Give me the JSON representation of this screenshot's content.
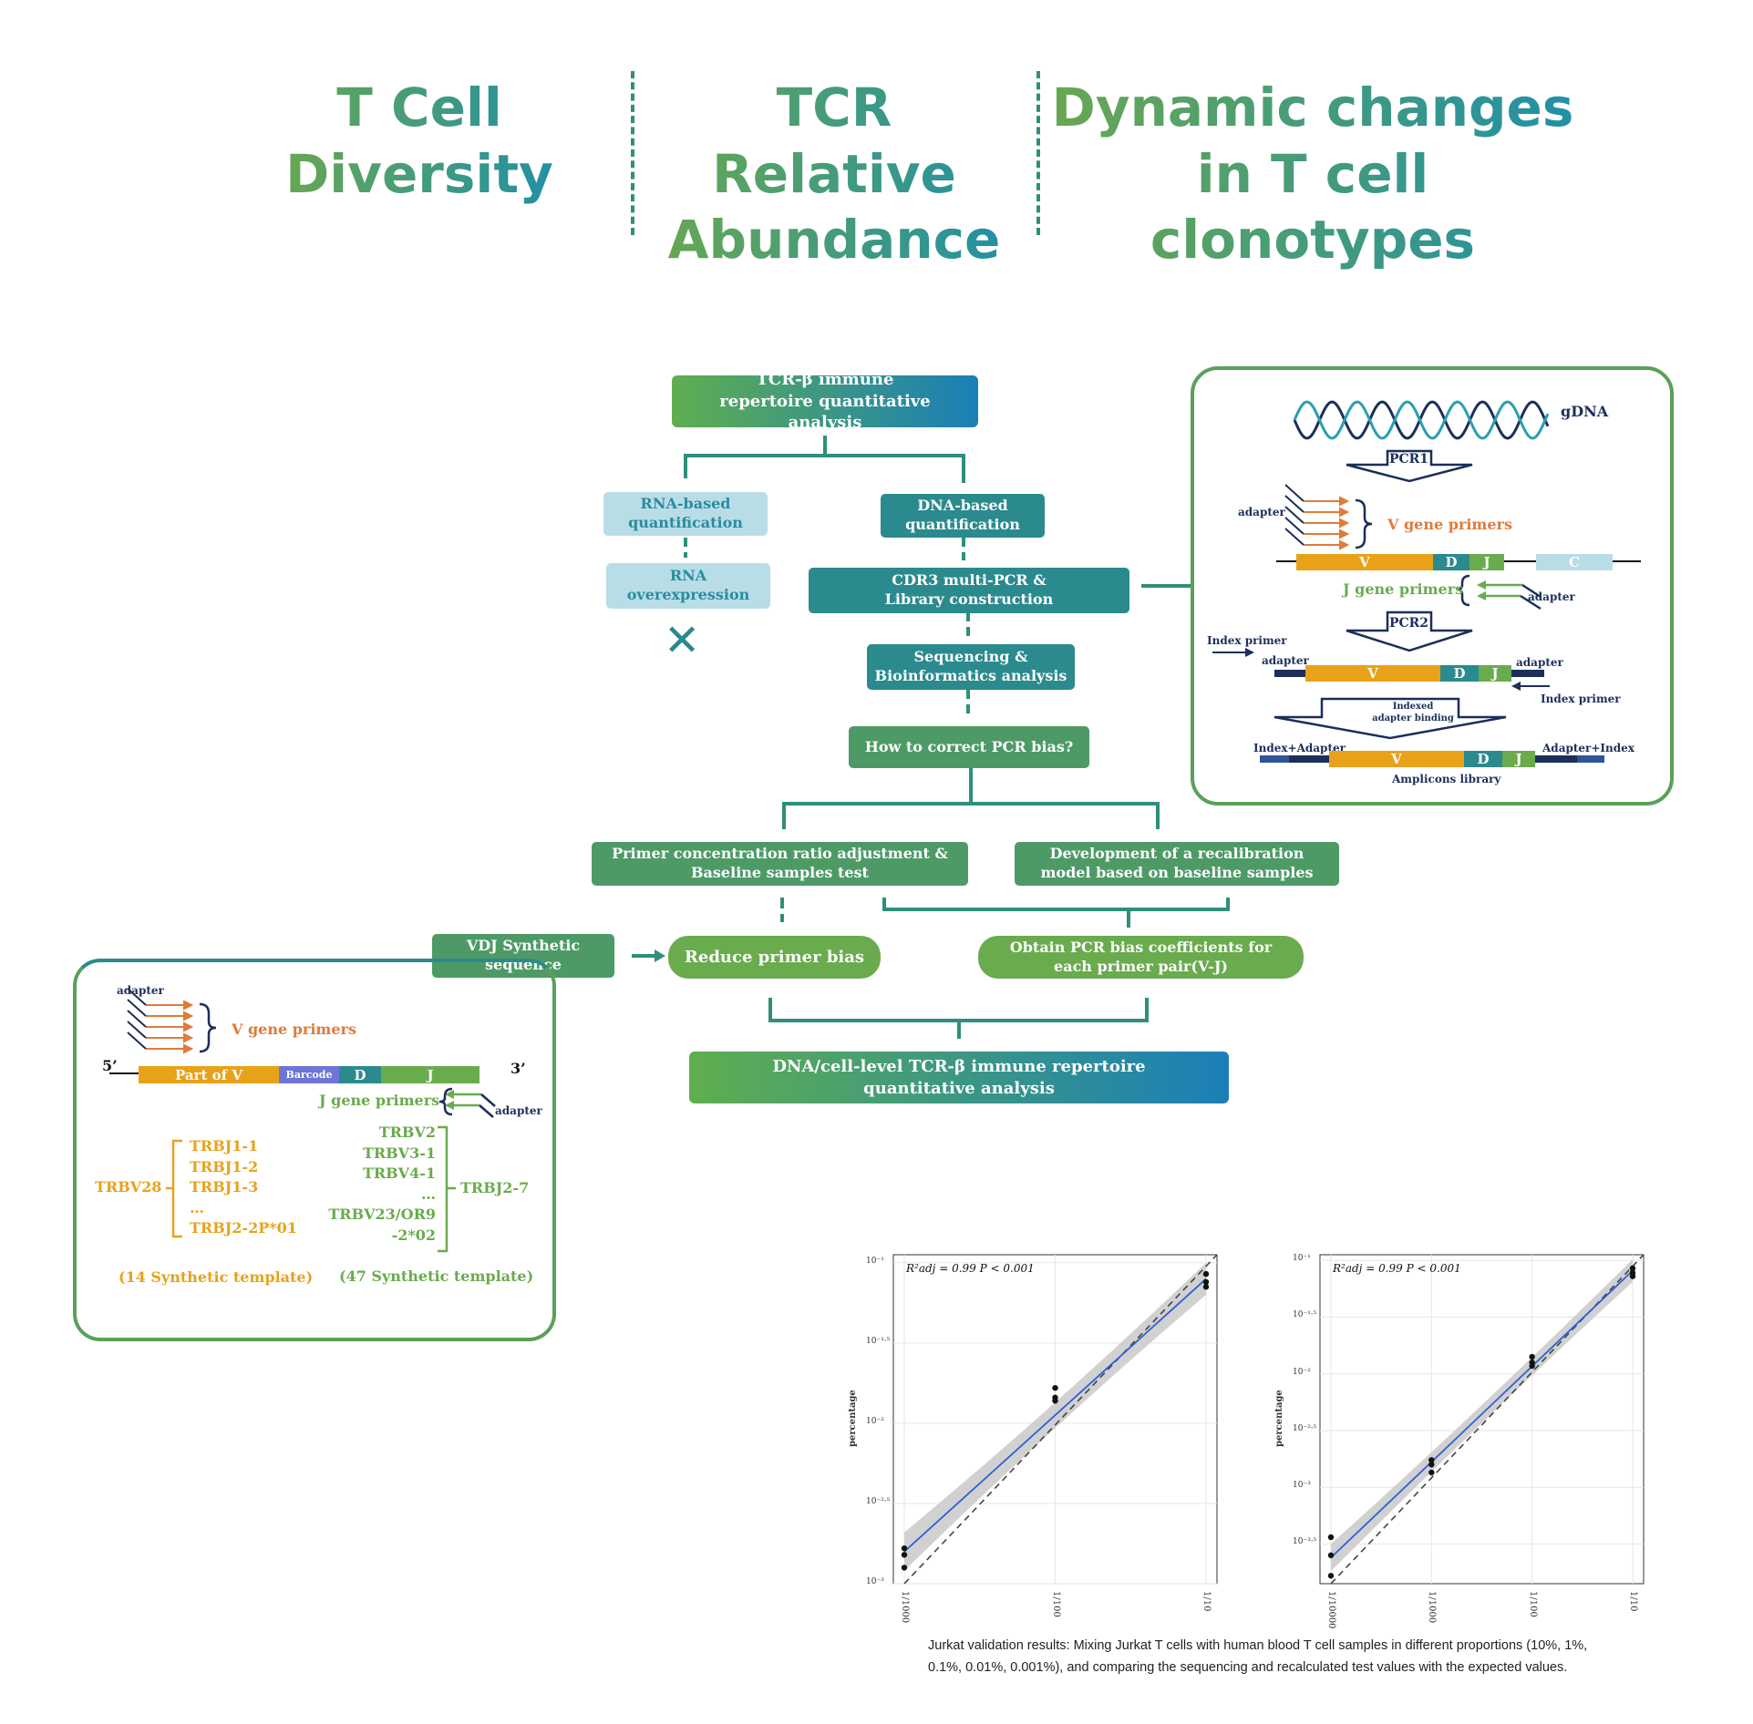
{
  "header": {
    "col1": [
      "T Cell",
      "Diversity"
    ],
    "col2": [
      "TCR Relative",
      "Abundance"
    ],
    "col3": [
      "Dynamic changes",
      "in T cell clonotypes"
    ]
  },
  "flow": {
    "top": "TCR-β immune repertoire quantitative analysis",
    "rna_quant": "RNA-based quantification",
    "rna_over": "RNA overexpression",
    "cross": "✕",
    "dna_quant": "DNA-based quantification",
    "cdr3": "CDR3 multi-PCR & Library construction",
    "seq": "Sequencing & Bioinformatics analysis",
    "bias": "How to correct PCR bias?",
    "primer": "Primer concentration ratio adjustment & Baseline samples test",
    "recal": "Development of a recalibration model based on baseline samples",
    "vdj": "VDJ Synthetic sequence",
    "reduce": "Reduce primer bias",
    "obtain": "Obtain PCR bias coefficients for each primer pair(V-J)",
    "final": "DNA/cell-level TCR-β immune repertoire quantitative analysis"
  },
  "pcr_panel": {
    "gdna": "gDNA",
    "pcr1": "PCR1",
    "pcr2": "PCR2",
    "indexed": "Indexed adapter binding",
    "adapter": "adapter",
    "v_primers": "V gene primers",
    "j_primers": "J gene primers",
    "index_primer": "Index primer",
    "index_adapter": "Index+Adapter",
    "adapter_index": "Adapter+Index",
    "amplicons": "Amplicons library",
    "V": "V",
    "D": "D",
    "J": "J",
    "C": "C"
  },
  "synth_panel": {
    "adapter": "adapter",
    "v_primers": "V gene primers",
    "j_primers": "J gene primers",
    "five": "5’",
    "three": "3’",
    "part_v": "Part of V",
    "barcode": "Barcode",
    "D": "D",
    "J": "J",
    "trbv28": "TRBV28",
    "left_list": [
      "TRBJ1-1",
      "TRBJ1-2",
      "TRBJ1-3",
      "…",
      "TRBJ2-2P*01"
    ],
    "right_list": [
      "TRBV2",
      "TRBV3-1",
      "TRBV4-1",
      "…",
      "TRBV23/OR9",
      "-2*02"
    ],
    "trbj27": "TRBJ2-7",
    "left_note": "(14 Synthetic template)",
    "right_note": "(47 Synthetic template)"
  },
  "chart_data": [
    {
      "type": "scatter",
      "ylabel": "percentage",
      "annotation": "R²adj = 0.99  P < 0.001",
      "x_ticks": [
        "1/1000",
        "1/100",
        "1/10"
      ],
      "y_ticks": [
        "10⁻¹",
        "10⁻¹·⁵",
        "10⁻²",
        "10⁻²·⁵",
        "10⁻³"
      ],
      "ylim_log10": [
        -3,
        -0.95
      ],
      "points": [
        [
          -3,
          -2.78
        ],
        [
          -3,
          -2.82
        ],
        [
          -3,
          -2.9
        ],
        [
          -2,
          -1.78
        ],
        [
          -2,
          -1.84
        ],
        [
          -2,
          -1.86
        ],
        [
          -1,
          -1.07
        ],
        [
          -1,
          -1.12
        ],
        [
          -1,
          -1.15
        ]
      ],
      "fit": [
        [
          -3,
          -2.8
        ],
        [
          -1,
          -1.1
        ]
      ],
      "identity": [
        [
          -3,
          -3
        ],
        [
          -1,
          -1
        ]
      ]
    },
    {
      "type": "scatter",
      "ylabel": "percentage",
      "annotation": "R²adj = 0.99  P < 0.001",
      "x_ticks": [
        "1/10000",
        "1/1000",
        "1/100",
        "1/10"
      ],
      "y_ticks": [
        "10⁻¹",
        "10⁻¹·⁵",
        "10⁻²",
        "10⁻²·⁵",
        "10⁻³",
        "10⁻³·⁵"
      ],
      "ylim_log10": [
        -3.85,
        -0.95
      ],
      "points": [
        [
          -4,
          -3.44
        ],
        [
          -4,
          -3.6
        ],
        [
          -4,
          -3.78
        ],
        [
          -3,
          -2.76
        ],
        [
          -3,
          -2.8
        ],
        [
          -3,
          -2.87
        ],
        [
          -2,
          -1.85
        ],
        [
          -2,
          -1.9
        ],
        [
          -2,
          -1.93
        ],
        [
          -1,
          -1.07
        ],
        [
          -1,
          -1.11
        ],
        [
          -1,
          -1.14
        ]
      ],
      "fit": [
        [
          -4,
          -3.62
        ],
        [
          -1,
          -1.09
        ]
      ],
      "identity": [
        [
          -4,
          -4
        ],
        [
          -1,
          -1
        ]
      ]
    }
  ],
  "caption": "Jurkat validation results: Mixing Jurkat T cells with human blood T cell samples in different proportions (10%, 1%, 0.1%, 0.01%, 0.001%), and comparing the sequencing and recalculated test values with the expected values.",
  "colors": {
    "green": "#4e9a67",
    "teal": "#2b8a8e",
    "orange": "#e8a21a",
    "v_orange": "#e07b39",
    "j_green": "#6aab4e",
    "navy": "#1b2f5a"
  }
}
